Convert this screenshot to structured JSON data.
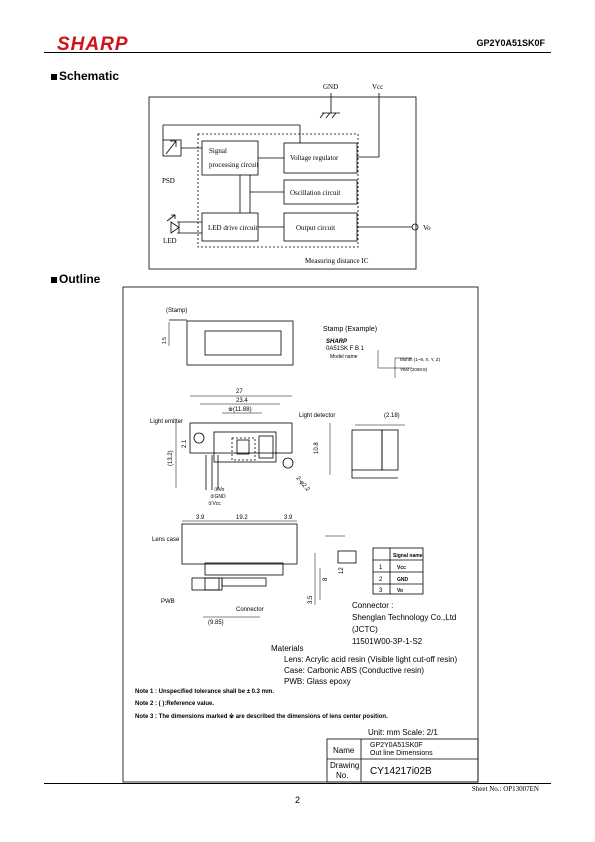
{
  "header": {
    "logo": "SHARP",
    "model": "GP2Y0A51SK0F"
  },
  "schematic": {
    "title": "Schematic",
    "gnd": "GND",
    "vcc": "Vcc",
    "psd": "PSD",
    "led": "LED",
    "signal_processing_1": "Signal",
    "signal_processing_2": "processing  circuit",
    "voltage_regulator": "Voltage regulator",
    "oscillation": "Oscillation circuit",
    "led_drive": "LED drive circuit",
    "output": "Output circuit",
    "vo": "Vo",
    "ic_label": "Measuring  distance  IC"
  },
  "outline": {
    "title": "Outline",
    "stamp_label": "(Stamp)",
    "stamp_example": "Stamp  (Example)",
    "stamp_logo": "SHARP",
    "stamp_code": "0A51SK  F  B  1",
    "model_name": "Model name",
    "month": "Month (1~9, X, Y, Z)",
    "year": "Year  (2008:8)",
    "dim_27": "27",
    "dim_23_4": "23.4",
    "dim_11_88": "※(11.88)",
    "dim_2_18": "(2.18)",
    "dim_1_5": "1.5",
    "dim_13_2": "(13.2)",
    "dim_2_1": "2.1",
    "dim_10_8": "10.8",
    "dim_phi": "2-φ2.2",
    "light_emitter": "Light emitter",
    "light_detector": "Light detector",
    "pin3": "③Vo",
    "pin2": "②GND",
    "pin1": "①Vcc",
    "dim_3_9a": "3.9",
    "dim_19_2": "19.2",
    "dim_3_9b": "3.9",
    "lens_case": "Lens case",
    "pwb": "PWB",
    "connector": "Connector",
    "dim_9_85": "(9.85)",
    "dim_8": "8",
    "dim_12": "12",
    "dim_3_5": "3.5",
    "table_header": "Signal name",
    "table_rows": [
      {
        "num": "1",
        "name": "Vcc"
      },
      {
        "num": "2",
        "name": "GND"
      },
      {
        "num": "3",
        "name": "Vo"
      }
    ],
    "connector_title": "Connector :",
    "connector_maker": "Shenglan Technology  Co.,Ltd",
    "connector_jctc": "(JCTC)",
    "connector_part": "11501W00-3P-1-S2",
    "materials_title": "Materials",
    "materials_lens": "Lens: Acrylic acid resin (Visible light cut-off resin)",
    "materials_case": "Case: Carbonic ABS (Conductive resin)",
    "materials_pwb": "PWB:  Glass  epoxy",
    "note1": "Note 1 : Unspecified tolerance shall be ± 0.3  mm.",
    "note2": "Note 2 : (  ):Reference value.",
    "note3": "Note 3 : The dimensions marked  ※  are  described the dimensions of lens center position.",
    "unit_scale": "Unit: mm    Scale: 2/1",
    "name_label": "Name",
    "name_value_1": "GP2Y0A51SK0F",
    "name_value_2": "Out line Dimensions",
    "drawing_label_1": "Drawing",
    "drawing_label_2": "No.",
    "drawing_value": "CY14217i02B"
  },
  "footer": {
    "sheet": "Sheet No.: OP13007EN",
    "page": "2"
  }
}
